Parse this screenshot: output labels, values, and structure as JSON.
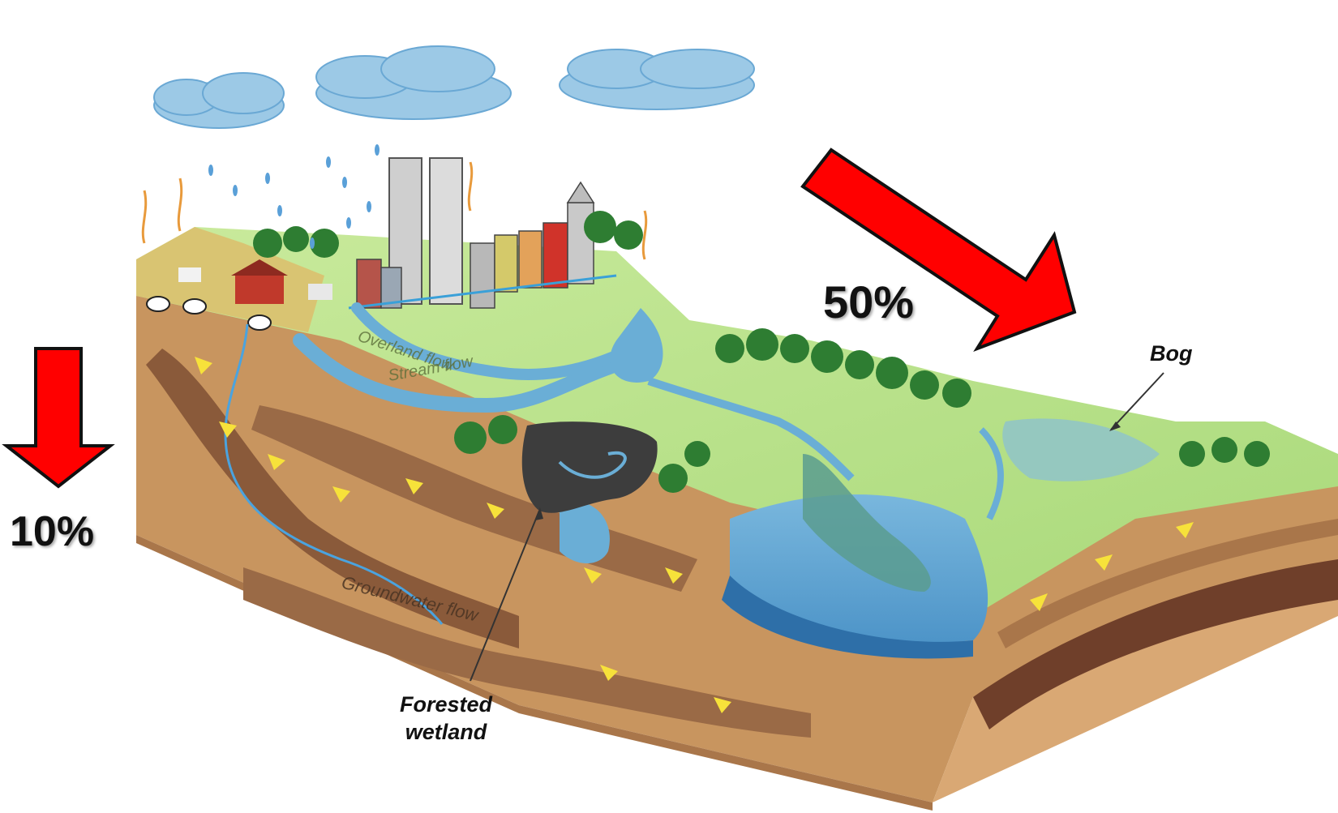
{
  "arrows": {
    "left_percent": "10%",
    "right_percent": "50%",
    "color": "#ff0000"
  },
  "labels": {
    "bog": "Bog",
    "forested_line1": "Forested",
    "forested_line2": "wetland",
    "overland_flow": "Overland flow",
    "stream_flow": "Stream flow",
    "groundwater_flow": "Groundwater flow"
  },
  "colors": {
    "water": "#6aaed6",
    "deep_water": "#2e6fa8",
    "land": "#b8e08a",
    "soil": "#c8955f",
    "dark_soil": "#8a5a3a",
    "flow_arrows": "#f7e23a",
    "wetland": "#3d3d3d"
  }
}
